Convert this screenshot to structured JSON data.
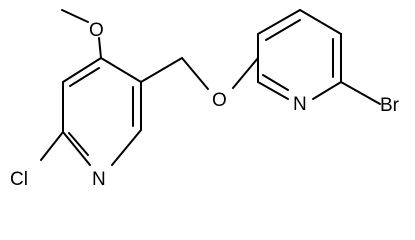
{
  "molecule": {
    "atoms": {
      "methoxy_methyl": "",
      "methoxy_oxygen": "O",
      "ether_oxygen": "O",
      "ring1_nitrogen": "N",
      "ring2_nitrogen": "N",
      "chlorine": "Cl",
      "bromine": "Br"
    }
  },
  "colors": {
    "bond": "#000000",
    "label": "#000000",
    "background": "#ffffff"
  }
}
